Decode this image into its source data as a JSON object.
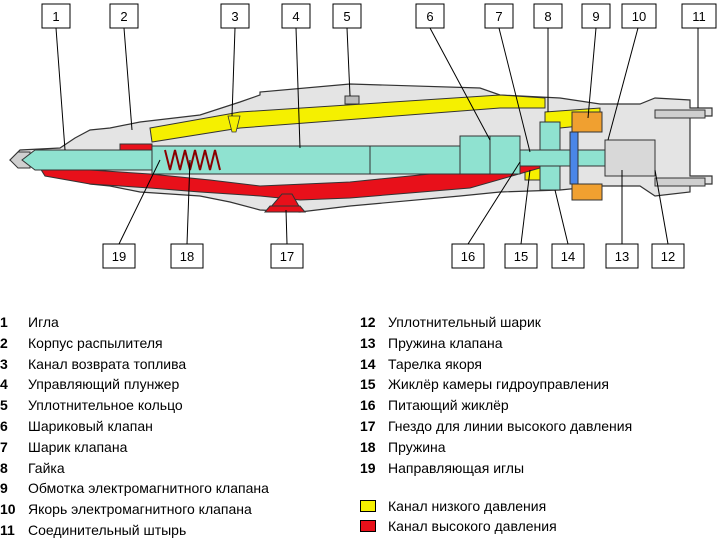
{
  "callouts": [
    "1",
    "2",
    "3",
    "4",
    "5",
    "6",
    "7",
    "8",
    "9",
    "10",
    "11",
    "19",
    "18",
    "17",
    "16",
    "15",
    "14",
    "13",
    "12"
  ],
  "legend_left": [
    {
      "num": "1",
      "text": "Игла"
    },
    {
      "num": "2",
      "text": "Корпус распылителя"
    },
    {
      "num": "3",
      "text": "Канал возврата топлива"
    },
    {
      "num": "4",
      "text": "Управляющий плунжер"
    },
    {
      "num": "5",
      "text": "Уплотнительное кольцо"
    },
    {
      "num": "6",
      "text": "Шариковый клапан"
    },
    {
      "num": "7",
      "text": "Шарик клапана"
    },
    {
      "num": "8",
      "text": "Гайка"
    },
    {
      "num": "9",
      "text": "Обмотка электромагнитного клапана"
    },
    {
      "num": "10",
      "text": "Якорь электромагнитного клапана"
    },
    {
      "num": "11",
      "text": "Соединительный штырь"
    }
  ],
  "legend_right": [
    {
      "num": "12",
      "text": "Уплотнительный шарик"
    },
    {
      "num": "13",
      "text": "Пружина клапана"
    },
    {
      "num": "14",
      "text": "Тарелка якоря"
    },
    {
      "num": "15",
      "text": "Жиклёр камеры гидроуправления"
    },
    {
      "num": "16",
      "text": "Питающий жиклёр"
    },
    {
      "num": "17",
      "text": "Гнездо для линии высокого давления"
    },
    {
      "num": "18",
      "text": "Пружина"
    },
    {
      "num": "19",
      "text": "Направляющая иглы"
    }
  ],
  "keys": {
    "low": {
      "text": "Канал низкого давления",
      "color": "#f5f000"
    },
    "high": {
      "text": "Канал высокого давления",
      "color": "#e8101a"
    }
  },
  "colors": {
    "body": "#e4e4e4",
    "needle": "#8fe2d0",
    "low": "#f5f000",
    "high": "#e8101a",
    "outline": "#333333",
    "line": "#000000"
  }
}
